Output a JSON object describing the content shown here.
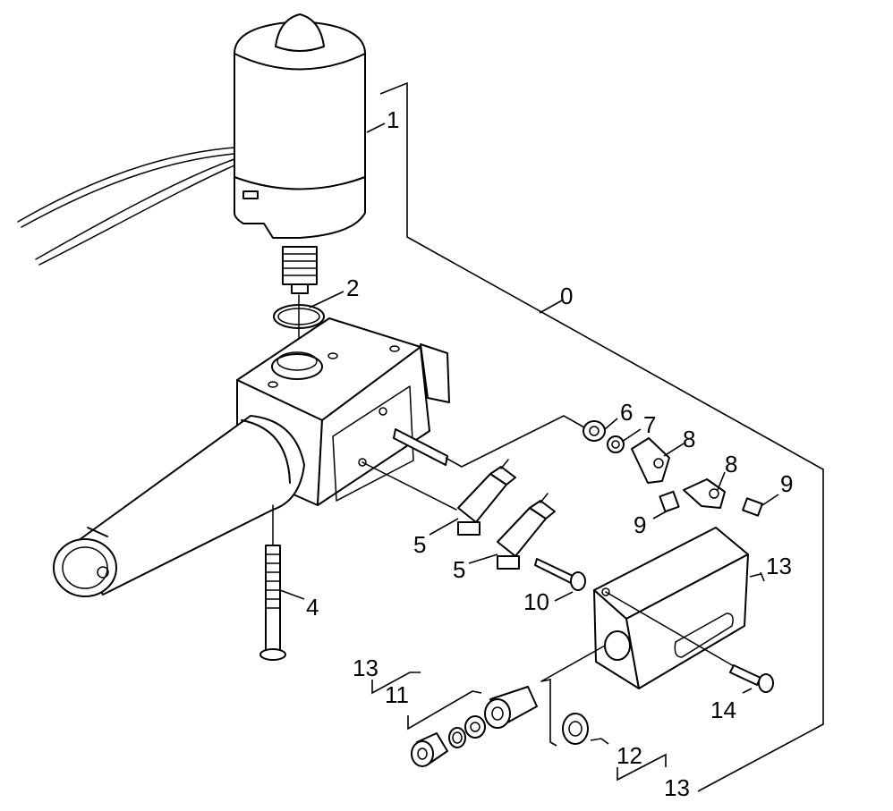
{
  "callouts": [
    {
      "id": "c-1",
      "text": "1"
    },
    {
      "id": "c-2",
      "text": "2"
    },
    {
      "id": "c-0",
      "text": "0"
    },
    {
      "id": "c-6",
      "text": "6"
    },
    {
      "id": "c-7",
      "text": "7"
    },
    {
      "id": "c-8a",
      "text": "8"
    },
    {
      "id": "c-8b",
      "text": "8"
    },
    {
      "id": "c-9a",
      "text": "9"
    },
    {
      "id": "c-9b",
      "text": "9"
    },
    {
      "id": "c-5a",
      "text": "5"
    },
    {
      "id": "c-5b",
      "text": "5"
    },
    {
      "id": "c-4",
      "text": "4"
    },
    {
      "id": "c-10",
      "text": "10"
    },
    {
      "id": "c-13a",
      "text": "13"
    },
    {
      "id": "c-13b",
      "text": "13"
    },
    {
      "id": "c-11",
      "text": "11"
    },
    {
      "id": "c-14",
      "text": "14"
    },
    {
      "id": "c-12",
      "text": "12"
    },
    {
      "id": "c-13c",
      "text": "13"
    }
  ]
}
